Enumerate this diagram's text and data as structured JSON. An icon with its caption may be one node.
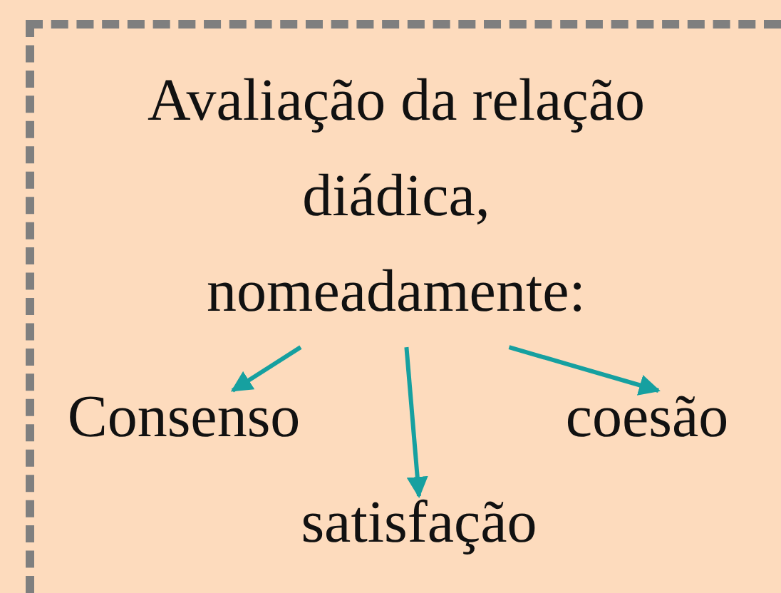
{
  "diagram": {
    "nodes": [
      {
        "text": [],
        "shape": "box"
      },
      {
        "text": [
          "Avaliação da relação diádica, nomeadamente:"
        ],
        "in": 0
      },
      {
        "text": [
          "Consenso"
        ],
        "in": 0
      },
      {
        "text": [
          "satisfação"
        ],
        "in": 0
      },
      {
        "text": [
          "coesão"
        ],
        "in": 0
      }
    ],
    "edges": [
      {
        "from": 1,
        "to": 2,
        "arrow": "to",
        "color": "#16a0a0"
      },
      {
        "from": 1,
        "to": 3,
        "arrow": "to",
        "color": "#16a0a0"
      },
      {
        "from": 1,
        "to": 4,
        "arrow": "to",
        "color": "#16a0a0"
      }
    ]
  }
}
